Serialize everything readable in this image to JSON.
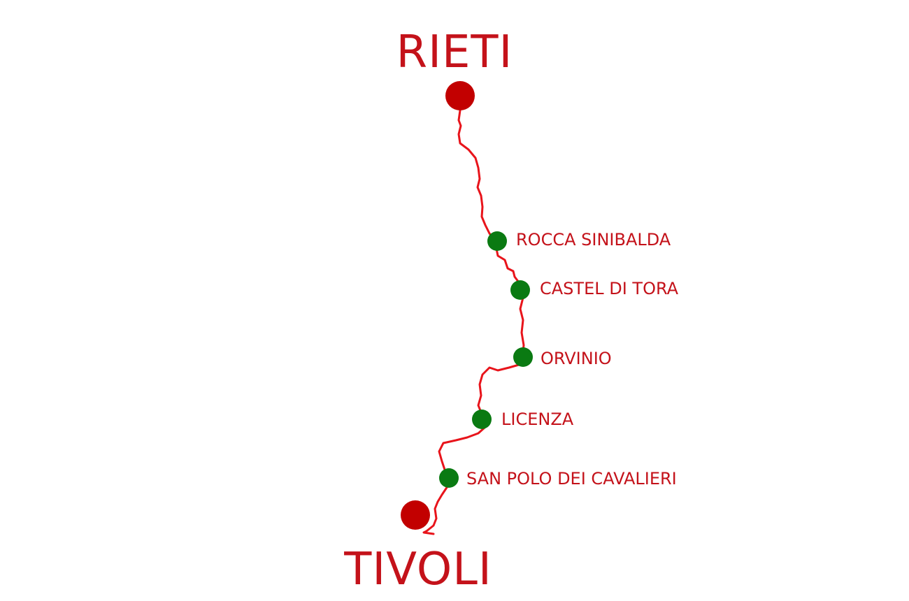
{
  "colors": {
    "route": "#e8141b",
    "endpoint": "#c20000",
    "stop": "#0a7a12",
    "label": "#c4121a",
    "background": "#ffffff"
  },
  "route": {
    "start": {
      "name": "RIETI"
    },
    "end": {
      "name": "TIVOLI"
    },
    "stops": [
      {
        "name": "ROCCA SINIBALDA"
      },
      {
        "name": "CASTEL DI TORA"
      },
      {
        "name": "ORVINIO"
      },
      {
        "name": "LICENZA"
      },
      {
        "name": "SAN POLO DEI CAVALIERI"
      }
    ]
  }
}
